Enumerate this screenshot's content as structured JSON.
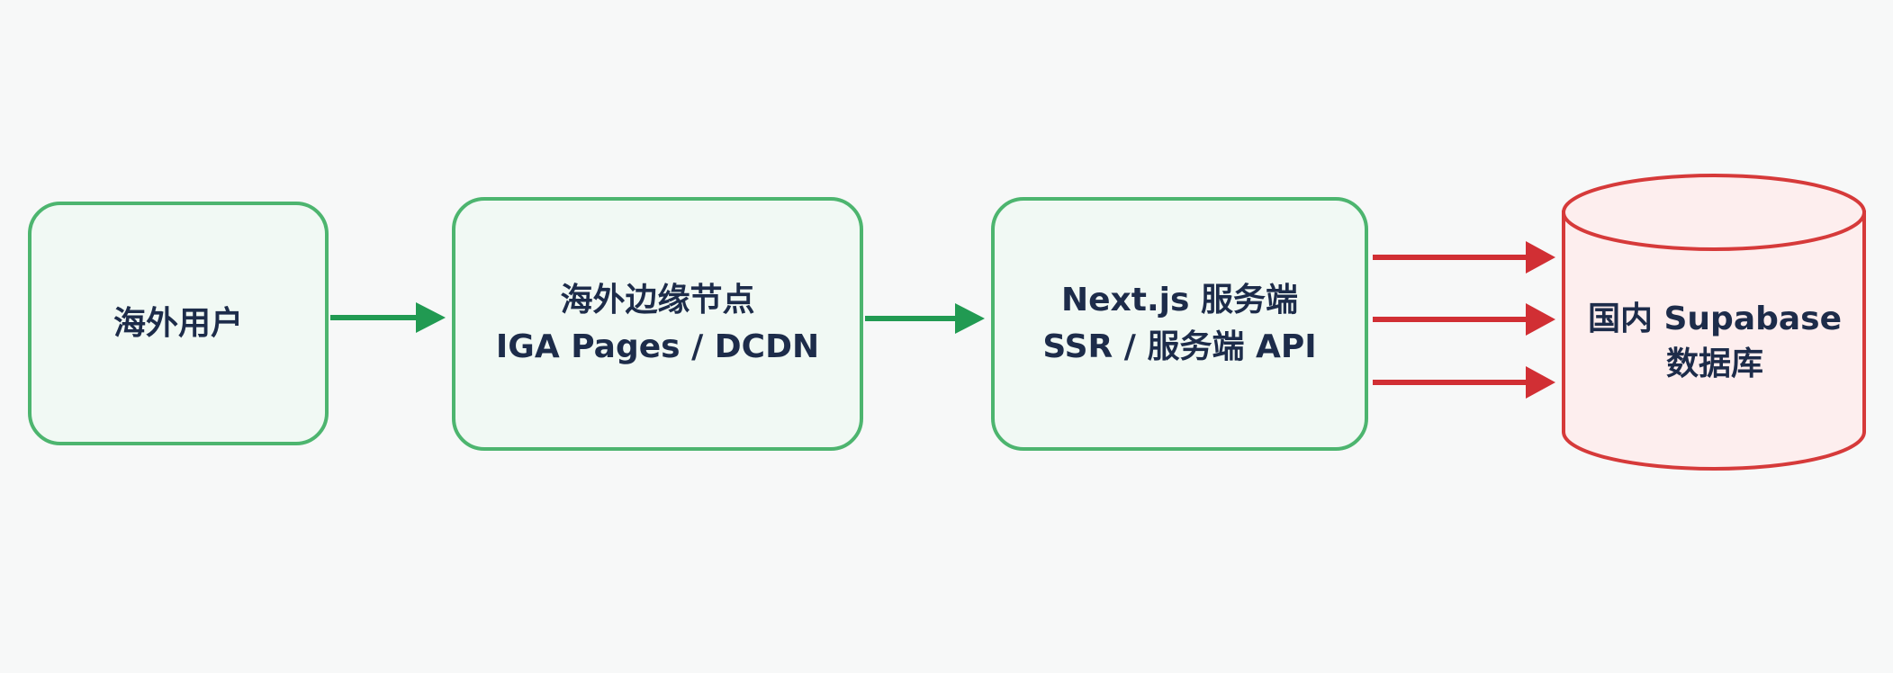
{
  "nodes": {
    "overseas_user": {
      "line1": "海外用户"
    },
    "edge_node": {
      "line1": "海外边缘节点",
      "line2": "IGA Pages / DCDN"
    },
    "nextjs_server": {
      "line1": "Next.js 服务端",
      "line2": "SSR / 服务端 API"
    },
    "database": {
      "line1": "国内 Supabase",
      "line2": "数据库"
    }
  },
  "colors": {
    "node_fill": "#f1f9f4",
    "node_border": "#4db56f",
    "flow_arrow": "#219a52",
    "db_fill": "#fdeeee",
    "db_border": "#d63a3a",
    "db_arrow": "#d12f34",
    "text": "#1d2c4a",
    "background": "#f7f8f8"
  }
}
